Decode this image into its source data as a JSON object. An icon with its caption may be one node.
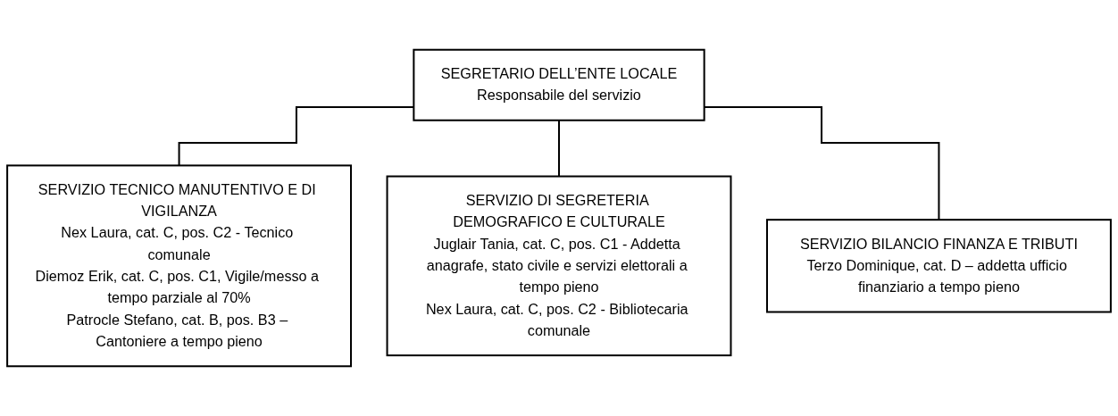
{
  "diagram": {
    "nodes": [
      {
        "text": [
          "SEGRETARIO DELL’ENTE LOCALE",
          "Responsabile del servizio"
        ]
      },
      {
        "text": [
          "SERVIZIO TECNICO MANUTENTIVO E DI VIGILANZA",
          "Nex Laura, cat. C, pos. C2 - Tecnico comunale",
          "Diemoz Erik, cat. C, pos. C1, Vigile/messo a tempo parziale al 70%",
          "Patrocle Stefano, cat. B, pos. B3 – Cantoniere a tempo pieno"
        ]
      },
      {
        "text": [
          "SERVIZIO DI SEGRETERIA DEMOGRAFICO E CULTURALE",
          "Juglair Tania, cat. C, pos. C1 - Addetta anagrafe, stato civile e servizi elettorali a tempo pieno",
          "Nex Laura, cat. C, pos. C2 - Bibliotecaria comunale"
        ]
      },
      {
        "text": [
          "SERVIZIO BILANCIO FINANZA E TRIBUTI",
          "Terzo Dominique, cat. D – addetta ufficio finanziario a tempo pieno"
        ]
      }
    ],
    "edges": [
      {
        "from": 0,
        "to": 1,
        "arrow": "none"
      },
      {
        "from": 0,
        "to": 2,
        "arrow": "none"
      },
      {
        "from": 0,
        "to": 3,
        "arrow": "none"
      }
    ]
  }
}
